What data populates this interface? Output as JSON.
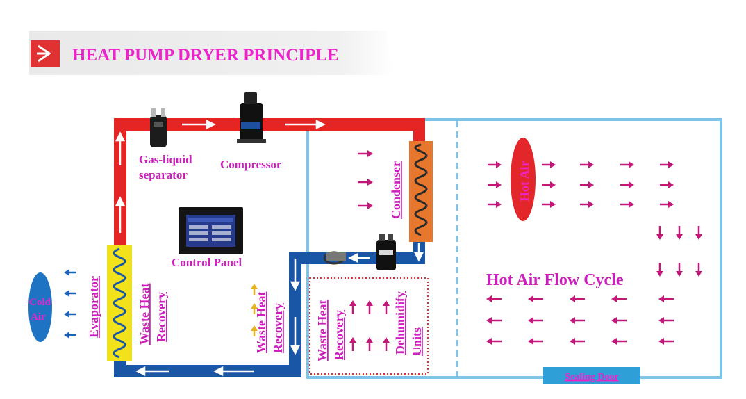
{
  "title": "HEAT PUMP DRYER PRINCIPLE",
  "labels": {
    "gas_liquid_separator_1": "Gas-liquid",
    "gas_liquid_separator_2": "separator",
    "compressor": "Compressor",
    "control_panel": "Control Panel",
    "condenser": "Condenser",
    "evaporator": "Evaporator",
    "waste_heat_1": "Waste Heat",
    "recovery_1": "Recovery",
    "waste_heat_2": "Waste Heat",
    "recovery_2": "Recovery",
    "waste_heat_3": "Waste Heat",
    "recovery_3": "Recovery",
    "dehumidify": "Dehumidify",
    "units": "Units",
    "hot_air": "Hot Air",
    "cold_air_1": "Cold",
    "cold_air_2": "Air",
    "hot_air_flow_cycle": "Hot Air Flow Cycle",
    "sealing_door": "Sealing Door"
  },
  "colors": {
    "title": "#ee22cc",
    "label": "#cc1fbb",
    "pipe_hot": "#e52424",
    "pipe_cold": "#1a56a6",
    "chamber": "#7ec4e8",
    "condenser": "#e8772e",
    "evaporator": "#f2e21c",
    "arrow": "#c2187a",
    "cold_arrow": "#1e63b5",
    "hot_air_ellipse": "#e3262a",
    "cold_air_ellipse": "#1e74c2",
    "sealing_door": "#2f9fd8",
    "icon_red": "#e03232"
  }
}
